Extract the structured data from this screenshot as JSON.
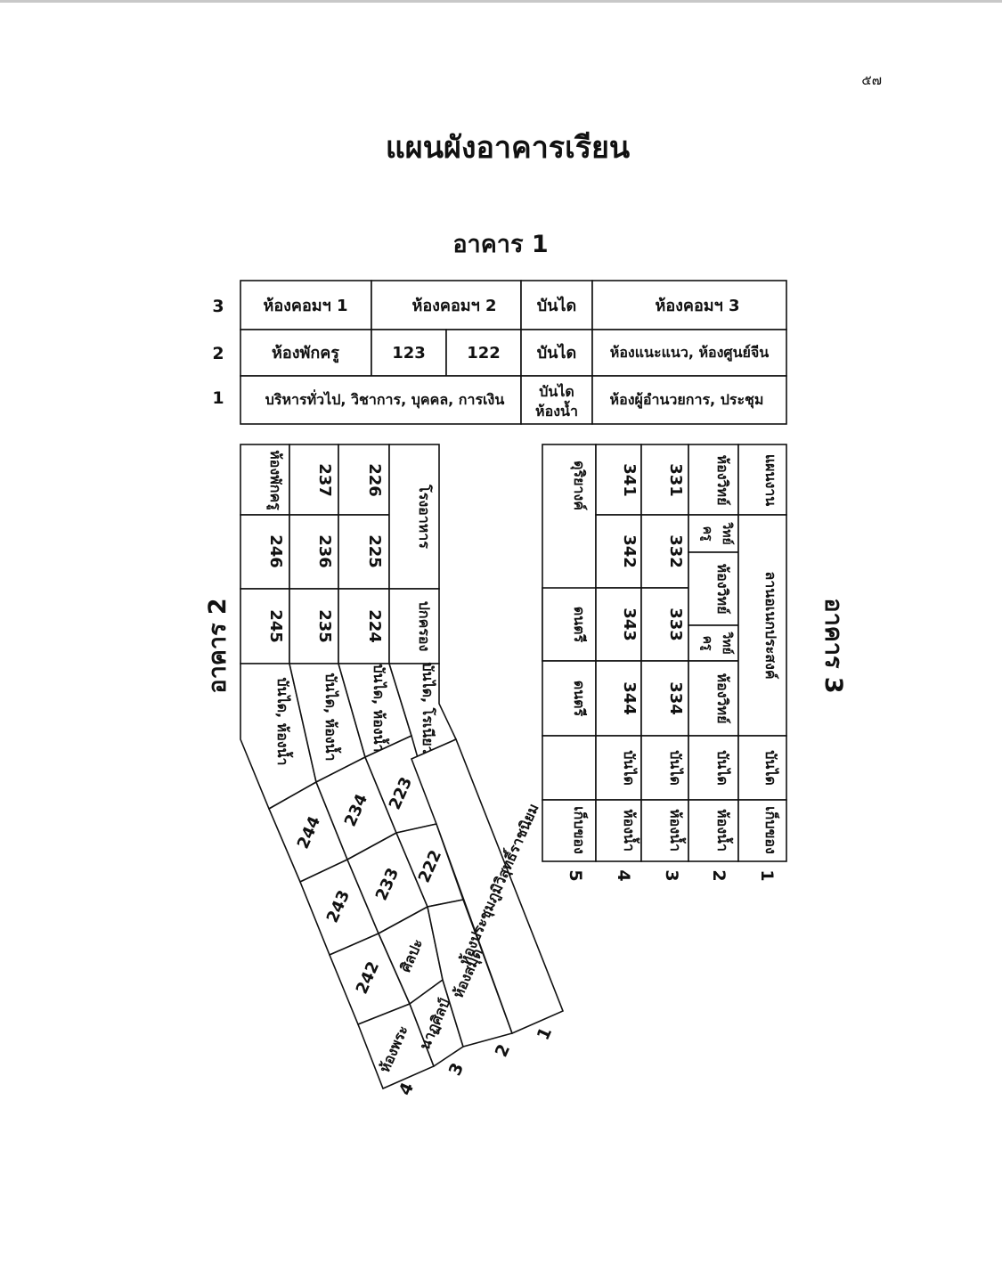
{
  "page_number": "๕๗",
  "title": "แผนผังอาคารเรียน",
  "building1": {
    "name": "อาคาร 1",
    "floors": [
      "3",
      "2",
      "1"
    ],
    "floor3": {
      "comp1": "ห้องคอมฯ 1",
      "comp2": "ห้องคอมฯ 2",
      "stairs": "บันได",
      "comp3": "ห้องคอมฯ 3"
    },
    "floor2": {
      "teachers": "ห้องพักครู",
      "r123": "123",
      "r122": "122",
      "stairs": "บันได",
      "guidance": "ห้องแนะแนว, ห้องศูนย์จีน"
    },
    "floor1": {
      "admin": "บริหารทั่วไป, วิชาการ, บุคคล, การเงิน",
      "stairs_line1": "บันได",
      "stairs_line2": "ห้องน้ำ",
      "director": "ห้องผู้อำนวยการ, ประชุม"
    }
  },
  "building2": {
    "name": "อาคาร 2",
    "floors": [
      "4",
      "3",
      "2",
      "1"
    ],
    "upper": {
      "teachers": "ห้องพักครู",
      "r237": "237",
      "r226": "226",
      "r246": "246",
      "r236": "236",
      "r225": "225",
      "canteen": "โรงอาหาร",
      "r245": "245",
      "r235": "235",
      "r224": "224",
      "parents": "ปกครอง",
      "stairs_wc_4": "บันได, ห้องน้ำ",
      "stairs_wc_3": "บันได, ห้องน้ำ",
      "stairs_wc_2": "บันได, ห้องน้ำ",
      "stairs_cafe": "บันได, โรเนียว"
    },
    "lower": {
      "r244": "244",
      "r234": "234",
      "r223": "223",
      "r243": "243",
      "r233": "233",
      "r222": "222",
      "r242": "242",
      "art": "ศิลปะ",
      "buddha": "ห้องพระ",
      "dance": "นาฏศิลป์",
      "library": "ห้องสมุด",
      "meeting": "ห้องประชุมภูมิวิสุทธิ์ราชนิยม"
    }
  },
  "building3": {
    "name": "อาคาร 3",
    "floors": [
      "5",
      "4",
      "3",
      "2",
      "1"
    ],
    "right_col": {
      "music": "ดุริยางค์",
      "r341": "341",
      "r331": "331",
      "sci": "ห้องวิทย์",
      "workshop": "แผนงาน"
    },
    "col_b": {
      "r342": "342",
      "r332": "332",
      "sci_teacher_1": "ครู",
      "sci_teacher_2": "วิทย์"
    },
    "col_c": {
      "music": "ดนตรี",
      "r343": "343",
      "r333": "333",
      "sci": "ห้องวิทย์",
      "sci_teacher_1": "ครู",
      "sci_teacher_2": "วิทย์"
    },
    "col_d": {
      "music": "ดนตรี",
      "r344": "344",
      "r334": "334",
      "sci": "ห้องวิทย์"
    },
    "courtyard": "ลานอเนกประสงค์",
    "stairs": {
      "f4": "บันได",
      "f3": "บันได",
      "f2": "บันได",
      "f1": "บันได"
    },
    "left_col": {
      "f5": "เก็บของ",
      "f4": "ห้องน้ำ",
      "f3": "ห้องน้ำ",
      "f2": "ห้องน้ำ",
      "f1": "เก็บของ"
    }
  }
}
